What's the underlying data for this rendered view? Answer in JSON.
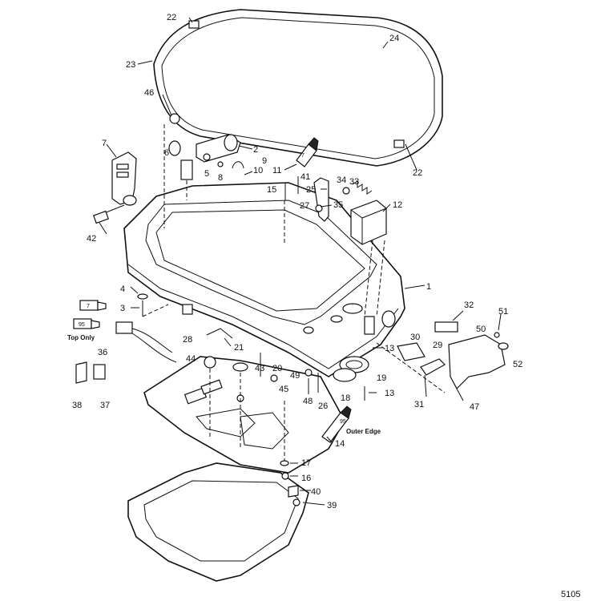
{
  "callouts": [
    {
      "id": "22a",
      "label": "22"
    },
    {
      "id": "24",
      "label": "24"
    },
    {
      "id": "23",
      "label": "23"
    },
    {
      "id": "46",
      "label": "46"
    },
    {
      "id": "7",
      "label": "7"
    },
    {
      "id": "6",
      "label": "6"
    },
    {
      "id": "2",
      "label": "2"
    },
    {
      "id": "9",
      "label": "9"
    },
    {
      "id": "10",
      "label": "10"
    },
    {
      "id": "5",
      "label": "5"
    },
    {
      "id": "8",
      "label": "8"
    },
    {
      "id": "11",
      "label": "11"
    },
    {
      "id": "41",
      "label": "41"
    },
    {
      "id": "15",
      "label": "15"
    },
    {
      "id": "25",
      "label": "25"
    },
    {
      "id": "34",
      "label": "34"
    },
    {
      "id": "33",
      "label": "33"
    },
    {
      "id": "35",
      "label": "35"
    },
    {
      "id": "27",
      "label": "27"
    },
    {
      "id": "12",
      "label": "12"
    },
    {
      "id": "22b",
      "label": "22"
    },
    {
      "id": "42",
      "label": "42"
    },
    {
      "id": "1",
      "label": "1"
    },
    {
      "id": "4",
      "label": "4"
    },
    {
      "id": "3",
      "label": "3"
    },
    {
      "id": "32",
      "label": "32"
    },
    {
      "id": "51",
      "label": "51"
    },
    {
      "id": "50",
      "label": "50"
    },
    {
      "id": "52",
      "label": "52"
    },
    {
      "id": "36",
      "label": "36"
    },
    {
      "id": "28",
      "label": "28"
    },
    {
      "id": "21",
      "label": "21"
    },
    {
      "id": "30",
      "label": "30"
    },
    {
      "id": "29",
      "label": "29"
    },
    {
      "id": "13a",
      "label": "13"
    },
    {
      "id": "44",
      "label": "44"
    },
    {
      "id": "43",
      "label": "43"
    },
    {
      "id": "20",
      "label": "20"
    },
    {
      "id": "49",
      "label": "49"
    },
    {
      "id": "19",
      "label": "19"
    },
    {
      "id": "45",
      "label": "45"
    },
    {
      "id": "48",
      "label": "48"
    },
    {
      "id": "26",
      "label": "26"
    },
    {
      "id": "18",
      "label": "18"
    },
    {
      "id": "13b",
      "label": "13"
    },
    {
      "id": "31",
      "label": "31"
    },
    {
      "id": "47",
      "label": "47"
    },
    {
      "id": "38",
      "label": "38"
    },
    {
      "id": "37",
      "label": "37"
    },
    {
      "id": "14",
      "label": "14"
    },
    {
      "id": "17",
      "label": "17"
    },
    {
      "id": "16",
      "label": "16"
    },
    {
      "id": "40",
      "label": "40"
    },
    {
      "id": "39",
      "label": "39"
    }
  ],
  "notes": {
    "top_only": "Top Only",
    "outer_edge": "Outer Edge"
  },
  "tubes": {
    "t7a": "7",
    "t95": "95",
    "t7b": "7",
    "t95b": "95"
  },
  "figure_number": "5105"
}
